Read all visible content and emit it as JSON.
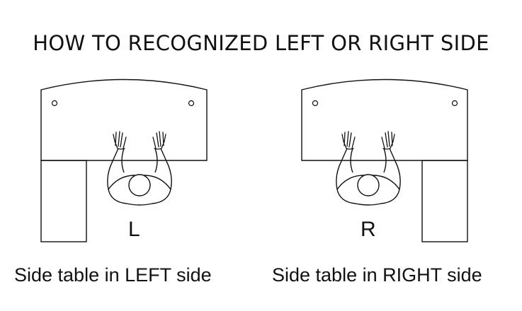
{
  "title": "HOW TO RECOGNIZED LEFT OR RIGHT SIDE",
  "panels": [
    {
      "letter": "L",
      "caption": "Side table in LEFT side"
    },
    {
      "letter": "R",
      "caption": "Side table in RIGHT side"
    }
  ],
  "colors": {
    "line": "#111111",
    "background": "#ffffff"
  }
}
